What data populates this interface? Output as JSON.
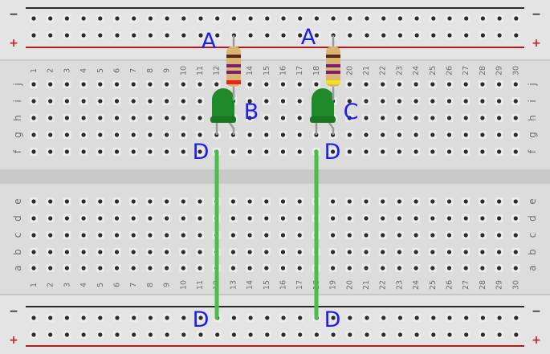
{
  "breadboard": {
    "columns": [
      "1",
      "2",
      "3",
      "4",
      "5",
      "6",
      "7",
      "8",
      "9",
      "10",
      "11",
      "12",
      "13",
      "14",
      "15",
      "16",
      "17",
      "18",
      "19",
      "20",
      "21",
      "22",
      "23",
      "24",
      "25",
      "26",
      "27",
      "28",
      "29",
      "30"
    ],
    "top_rows": [
      "j",
      "i",
      "h",
      "g",
      "f"
    ],
    "bottom_rows": [
      "e",
      "d",
      "c",
      "b",
      "a"
    ],
    "rail_minus_symbol": "−",
    "rail_plus_symbol": "+",
    "colors": {
      "board": "#dcdcdc",
      "board_light": "#e6e6e6",
      "channel": "#c9c9c9",
      "hole": "#2b2b2b",
      "text": "#6d6d6d",
      "rail_minus": "#2a2a2a",
      "rail_plus": "#b01c1c",
      "plus_symbol": "#c42020",
      "wire": "#4bbd4b",
      "led": "#1f8a2a",
      "resistor": "#d9b473",
      "marker": "#1e1ee6"
    }
  },
  "markers": {
    "a_left": "A",
    "a_right": "A",
    "b": "B",
    "c": "C",
    "d_left_top": "D",
    "d_right_top": "D",
    "d_left_bottom": "D",
    "d_right_bottom": "D"
  }
}
